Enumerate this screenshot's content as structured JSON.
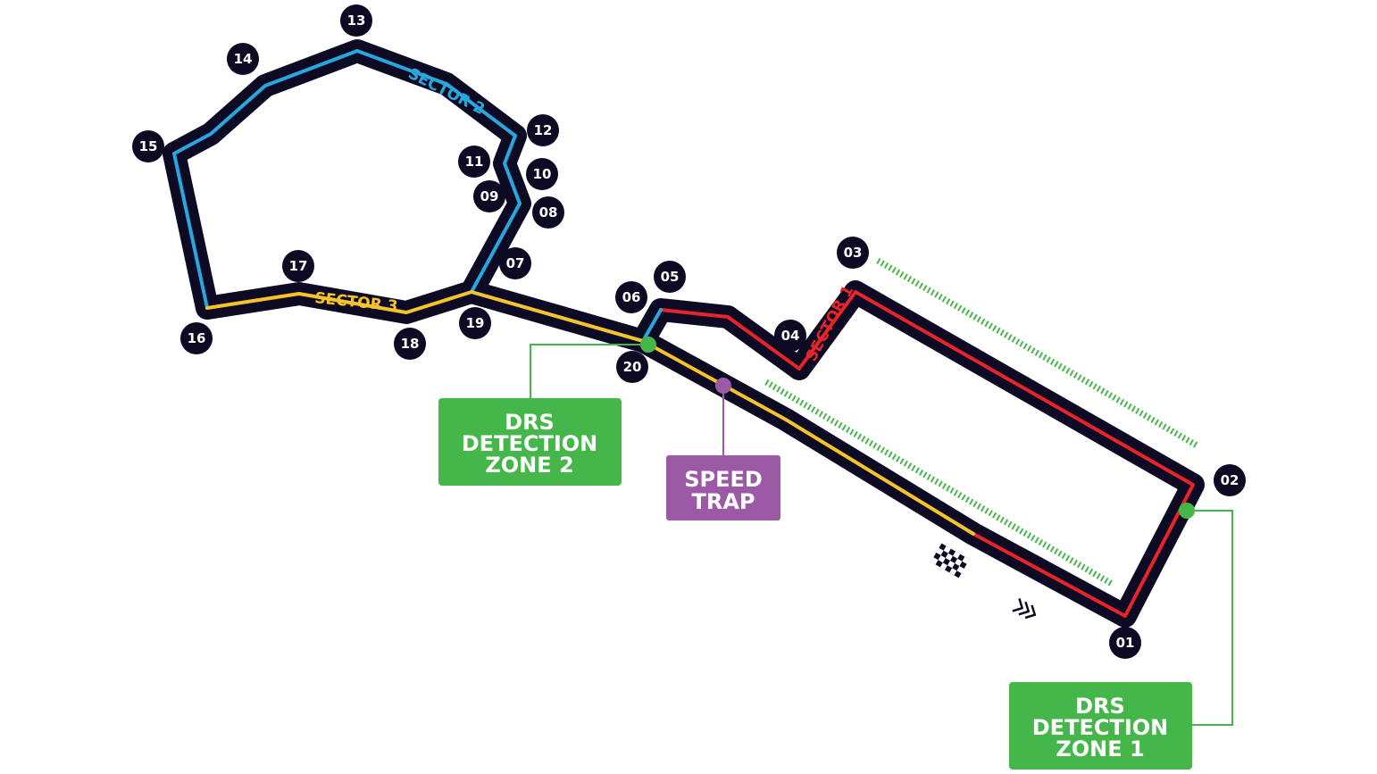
{
  "colors": {
    "track": "#0d0b24",
    "sector1": "#e8232a",
    "sector2": "#29a6dc",
    "sector3": "#f6c32a",
    "drs": "#45b649",
    "speed_trap": "#9b59a6",
    "marker_bg": "#0d0b24",
    "marker_text": "#ffffff"
  },
  "sectors": {
    "s1": "SECTOR 1",
    "s2": "SECTOR 2",
    "s3": "SECTOR 3"
  },
  "turns": [
    "01",
    "02",
    "03",
    "04",
    "05",
    "06",
    "07",
    "08",
    "09",
    "10",
    "11",
    "12",
    "13",
    "14",
    "15",
    "16",
    "17",
    "18",
    "19",
    "20"
  ],
  "callouts": {
    "drs_zone_2": [
      "DRS",
      "DETECTION",
      "ZONE 2"
    ],
    "speed_trap": [
      "SPEED",
      "TRAP"
    ],
    "drs_zone_1": [
      "DRS",
      "DETECTION",
      "ZONE 1"
    ]
  },
  "icons": {
    "start_finish": "checkered-flag-icon",
    "direction": "direction-chevrons-icon"
  }
}
